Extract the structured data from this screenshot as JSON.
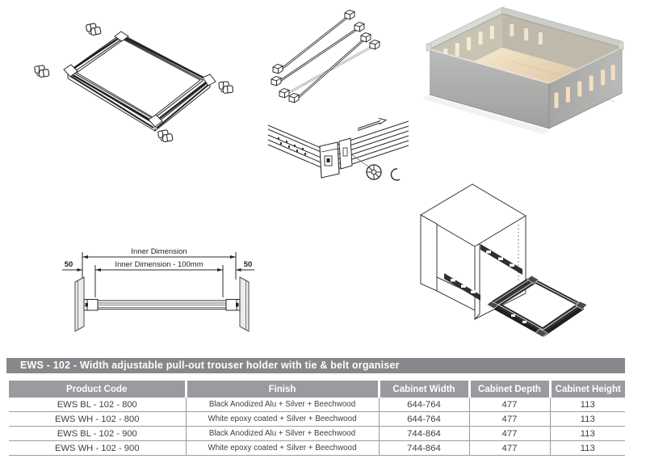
{
  "banner": {
    "title": "EWS - 102 - Width adjustable pull-out trouser holder with tie & belt organiser"
  },
  "table": {
    "headers": [
      "Product Code",
      "Finish",
      "Cabinet Width",
      "Cabinet Depth",
      "Cabinet Height"
    ],
    "rows": [
      [
        "EWS BL - 102 - 800",
        "Black Anodized Alu + Silver + Beechwood",
        "644-764",
        "477",
        "113"
      ],
      [
        "EWS WH - 102 - 800",
        "White epoxy coated + Silver + Beechwood",
        "644-764",
        "477",
        "113"
      ],
      [
        "EWS BL - 102 - 900",
        "Black Anodized Alu + Silver + Beechwood",
        "744-864",
        "477",
        "113"
      ],
      [
        "EWS WH - 102 - 900",
        "White epoxy coated + Silver + Beechwood",
        "744-864",
        "477",
        "113"
      ]
    ]
  },
  "dims": {
    "top_label": "Inner Dimension",
    "mid_label": "Inner Dimension - 100mm",
    "left_label": "50",
    "right_label": "50"
  },
  "figures": [
    "frame-with-corner-clips-drawing",
    "trouser-bars-drawing",
    "rail-roller-detail-drawing",
    "metal-drawer-box-photo",
    "width-dimension-drawing",
    "cabinet-with-pullout-drawing"
  ],
  "colors": {
    "banner_bg": "#86888b",
    "header_bg": "#9a9b9e",
    "table_line": "#9b9b9b",
    "body_text": "#3e3e3e",
    "drawing_stroke": "#2b2b2b",
    "box_silver": "#aeafad",
    "box_wood": "#e6d0ae",
    "box_slot": "#f3e1c2"
  }
}
